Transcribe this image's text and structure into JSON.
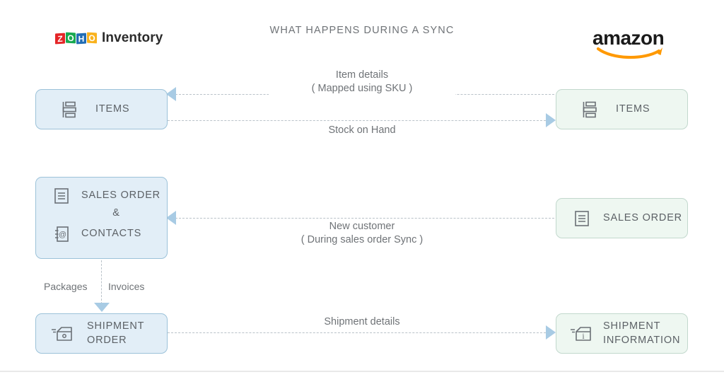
{
  "header": {
    "title": "WHAT HAPPENS DURING A SYNC",
    "left_brand": {
      "mark_letters": [
        "Z",
        "O",
        "H",
        "O"
      ],
      "word": "Inventory",
      "colors": {
        "z": "#e42527",
        "o1": "#18a951",
        "h": "#226db4",
        "o2": "#f9b21d"
      }
    },
    "right_brand": {
      "word": "amazon",
      "smile_color": "#ff9900"
    }
  },
  "theme": {
    "zoho_fill": "#e2eef7",
    "zoho_border": "#9cc2d9",
    "amazon_fill": "#eef7f1",
    "amazon_border": "#c2d8cd",
    "line_color": "#b9c2c9",
    "arrow_color": "#a8cbe4",
    "text_color": "#6f7377"
  },
  "nodes": {
    "zoho_items": {
      "label": "ITEMS",
      "icon": "items-list-icon",
      "side": "zoho"
    },
    "amazon_items": {
      "label": "ITEMS",
      "icon": "items-list-icon",
      "side": "amazon"
    },
    "zoho_sales": {
      "line1": "SALES ORDER",
      "connector": "&",
      "line2": "CONTACTS",
      "icon1": "document-lines-icon",
      "icon2": "contacts-at-icon",
      "side": "zoho"
    },
    "amazon_sales": {
      "label": "SALES ORDER",
      "icon": "document-lines-icon",
      "side": "amazon"
    },
    "zoho_shipment": {
      "line1": "SHIPMENT",
      "line2": "ORDER",
      "icon": "package-box-icon",
      "side": "zoho"
    },
    "amazon_shipment": {
      "line1": "SHIPMENT",
      "line2": "INFORMATION",
      "icon": "package-info-icon",
      "side": "amazon"
    }
  },
  "edges": {
    "item_details": {
      "line1": "Item details",
      "line2": "( Mapped using SKU )",
      "direction": "right-to-left"
    },
    "stock_on_hand": {
      "line1": "Stock on Hand",
      "direction": "left-to-right"
    },
    "new_customer": {
      "line1": "New customer",
      "line2": "( During sales order Sync )",
      "direction": "right-to-left"
    },
    "shipment_details": {
      "line1": "Shipment details",
      "direction": "left-to-right"
    },
    "internal_down": {
      "left_label": "Packages",
      "right_label": "Invoices",
      "direction": "top-to-bottom"
    }
  }
}
